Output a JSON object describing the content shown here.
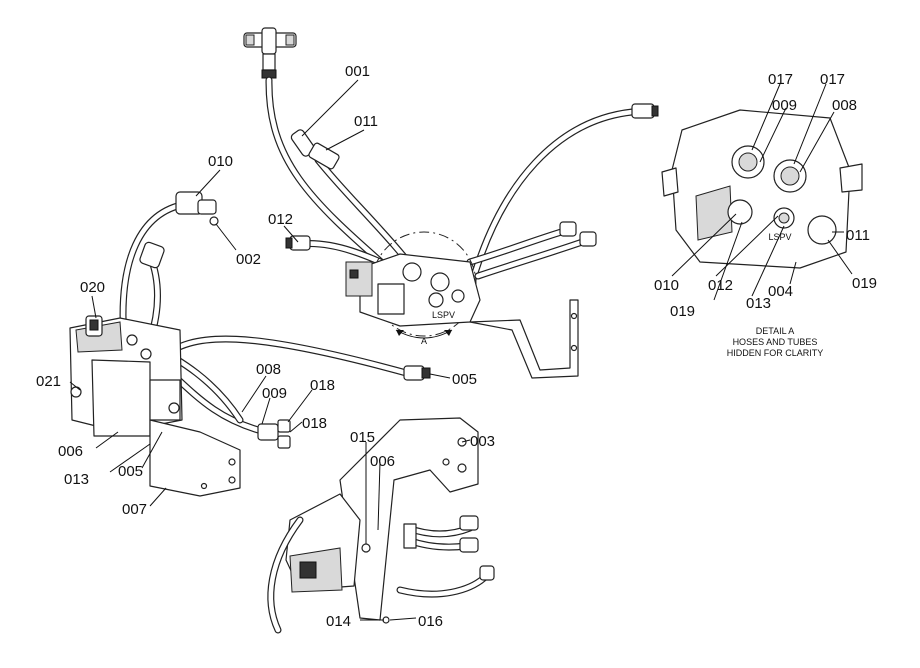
{
  "callouts": [
    {
      "label": "001"
    },
    {
      "label": "011"
    },
    {
      "label": "010"
    },
    {
      "label": "002"
    },
    {
      "label": "012"
    },
    {
      "label": "020"
    },
    {
      "label": "021"
    },
    {
      "label": "008"
    },
    {
      "label": "009"
    },
    {
      "label": "018"
    },
    {
      "label": "018"
    },
    {
      "label": "005"
    },
    {
      "label": "006"
    },
    {
      "label": "013"
    },
    {
      "label": "005"
    },
    {
      "label": "007"
    },
    {
      "label": "015"
    },
    {
      "label": "006"
    },
    {
      "label": "003"
    },
    {
      "label": "014"
    },
    {
      "label": "016"
    },
    {
      "label": "017"
    },
    {
      "label": "017"
    },
    {
      "label": "009"
    },
    {
      "label": "008"
    },
    {
      "label": "011"
    },
    {
      "label": "010"
    },
    {
      "label": "019"
    },
    {
      "label": "012"
    },
    {
      "label": "013"
    },
    {
      "label": "019"
    },
    {
      "label": "004"
    }
  ],
  "view_label": "A",
  "detail": {
    "title": "DETAIL A",
    "line1": "HOSES AND TUBES",
    "line2": "HIDDEN FOR CLARITY",
    "stamp": "LSPV"
  },
  "main_stamp": "LSPV"
}
